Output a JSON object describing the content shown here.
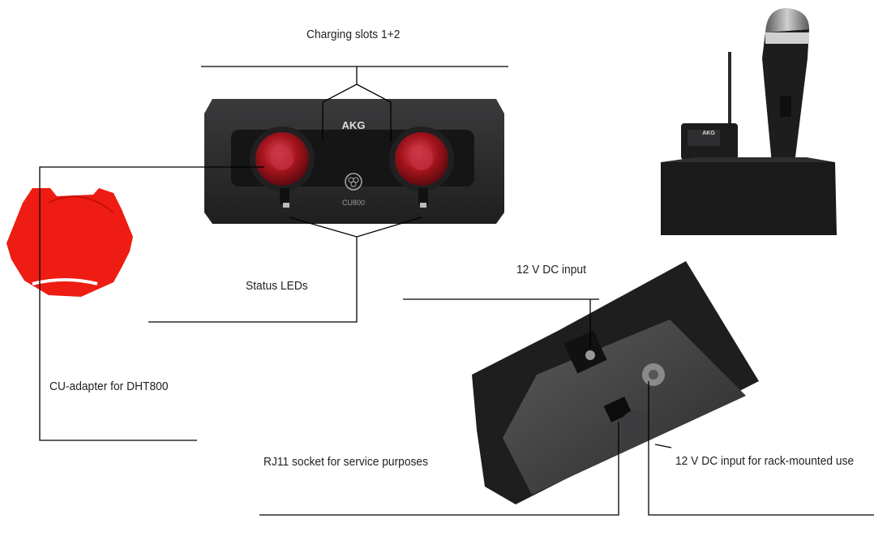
{
  "labels": {
    "charging_slots": "Charging slots 1+2",
    "status_leds": "Status LEDs",
    "cu_adapter": "CU-adapter for DHT800",
    "dc_input": "12 V DC input",
    "rj11": "RJ11 socket for service purposes",
    "dc_input_rack": "12 V DC input for rack-mounted use"
  },
  "device": {
    "brand": "AKG",
    "model": "CU800"
  },
  "colors": {
    "device_body": "#2b2b2c",
    "slot_red": "#b3191f",
    "adapter_red": "#ee1c12",
    "line": "#000000"
  }
}
